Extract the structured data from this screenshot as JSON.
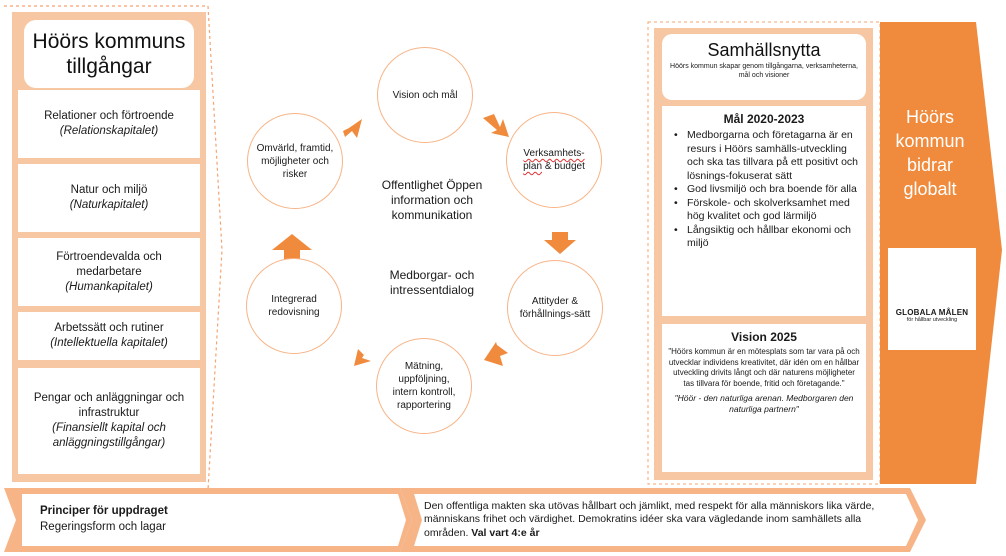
{
  "left": {
    "title": "Höörs kommuns tillgångar",
    "capitals": [
      {
        "label": "Relationer och förtroende",
        "sub": "(Relationskapitalet)"
      },
      {
        "label": "Natur och miljö",
        "sub": "(Naturkapitalet)"
      },
      {
        "label": "Förtroendevalda och medarbetare",
        "sub": "(Humankapitalet)"
      },
      {
        "label": "Arbetssätt och rutiner",
        "sub": "(Intellektuella kapitalet)"
      },
      {
        "label": "Pengar och anläggningar och infrastruktur",
        "sub": "(Finansiellt kapital och anläggningstillgångar)"
      }
    ]
  },
  "cycle": {
    "vision": "Vision och mål",
    "plan_word": "Verksamhets-plan",
    "plan_rest": "& budget",
    "attityder": "Attityder & förhållnings-sätt",
    "matning": "Mätning, uppföljning, intern kontroll, rapportering",
    "integrerad": "Integrerad redovisning",
    "omvarld": "Omvärld, framtid, möjligheter och risker",
    "center_main": "Offentlighet Öppen information och kommunikation",
    "center_second": "Medborgar- och intressentdialog"
  },
  "right": {
    "title": "Samhällsnytta",
    "subtitle": "Höörs kommun skapar genom tillgångarna, verksamheterna, mål och visioner",
    "goals_title": "Mål 2020-2023",
    "goals": [
      "Medborgarna och företagarna är en resurs i Höörs samhälls-utveckling och ska tas tillvara på ett positivt och lösnings-fokuserat sätt",
      "God livsmiljö och bra boende för alla",
      "Förskole- och skolverksamhet med hög kvalitet och god lärmiljö",
      "Långsiktig och hållbar ekonomi och miljö"
    ],
    "vision_title": "Vision 2025",
    "vision_quote": "\"Höörs kommun är en mötesplats som tar vara på och utvecklar individens kreativitet, där idén om en hållbar utveckling drivits långt och där naturens möjligheter tas tillvara för boende, fritid och företagande.\"",
    "vision_motto": "\"Höör - den naturliga arenan. Medborgaren den naturliga partnern\""
  },
  "global": {
    "text": "Höörs kommun bidrar globalt",
    "sdg_label": "GLOBALA MÅLEN",
    "sdg_sub": "för hållbar utveckling"
  },
  "bottom": {
    "principles_title": "Principer för uppdraget",
    "principles_sub": "Regeringsform och lagar",
    "law_text": "Den offentliga makten ska utövas hållbart och jämlikt, med respekt för alla människors lika värde, människans frihet och värdighet. Demokratins idéer ska vara vägledande inom samhällets alla områden.",
    "law_ref": "Val vart 4:e år"
  },
  "colors": {
    "orange": "#f08a3c",
    "peach": "#f7c7a3",
    "light_peach": "#fbe3d1"
  }
}
